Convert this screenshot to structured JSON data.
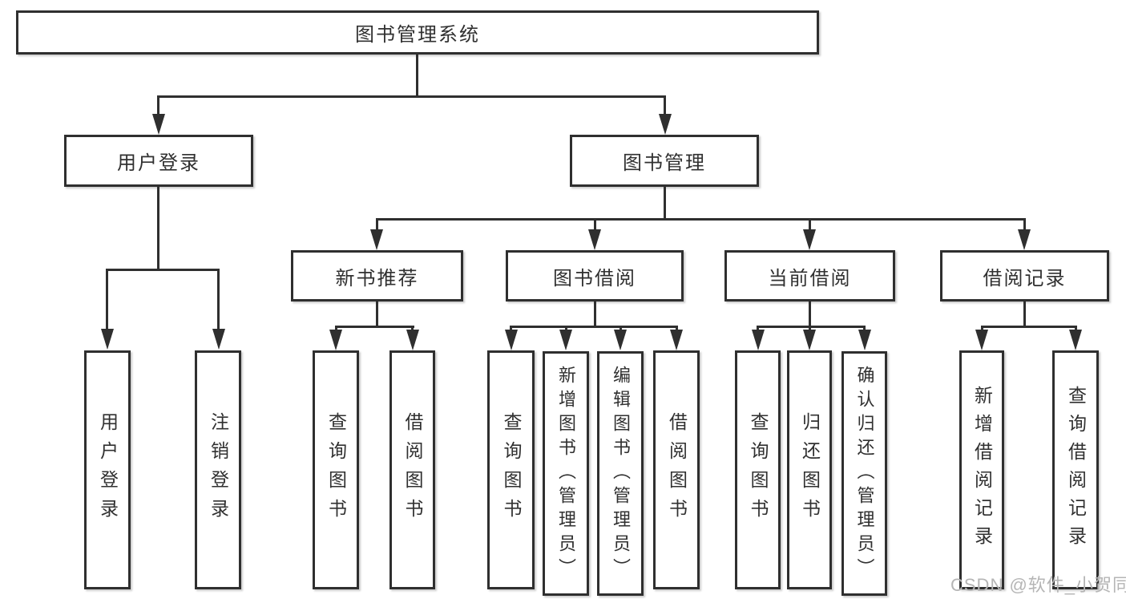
{
  "diagram_type": "hierarchy-tree",
  "colors": {
    "line": "#2f2f2f",
    "text": "#303030",
    "background": "#ffffff",
    "watermark_text_color": "#b5b5b5"
  },
  "watermark": {
    "text": "CSDN @软件_小贺同学"
  },
  "tree": {
    "label": "图书管理系统",
    "children": [
      {
        "label": "用户登录",
        "children": [
          {
            "label": "用户登录"
          },
          {
            "label": "注销登录"
          }
        ]
      },
      {
        "label": "图书管理",
        "children": [
          {
            "label": "新书推荐",
            "children": [
              {
                "label": "查询图书"
              },
              {
                "label": "借阅图书"
              }
            ]
          },
          {
            "label": "图书借阅",
            "children": [
              {
                "label": "查询图书"
              },
              {
                "label": "新增图书（管理员）"
              },
              {
                "label": "编辑图书（管理员）"
              },
              {
                "label": "借阅图书"
              }
            ]
          },
          {
            "label": "当前借阅",
            "children": [
              {
                "label": "查询图书"
              },
              {
                "label": "归还图书"
              },
              {
                "label": "确认归还（管理员）"
              }
            ]
          },
          {
            "label": "借阅记录",
            "children": [
              {
                "label": "新增借阅记录"
              },
              {
                "label": "查询借阅记录"
              }
            ]
          }
        ]
      }
    ]
  }
}
